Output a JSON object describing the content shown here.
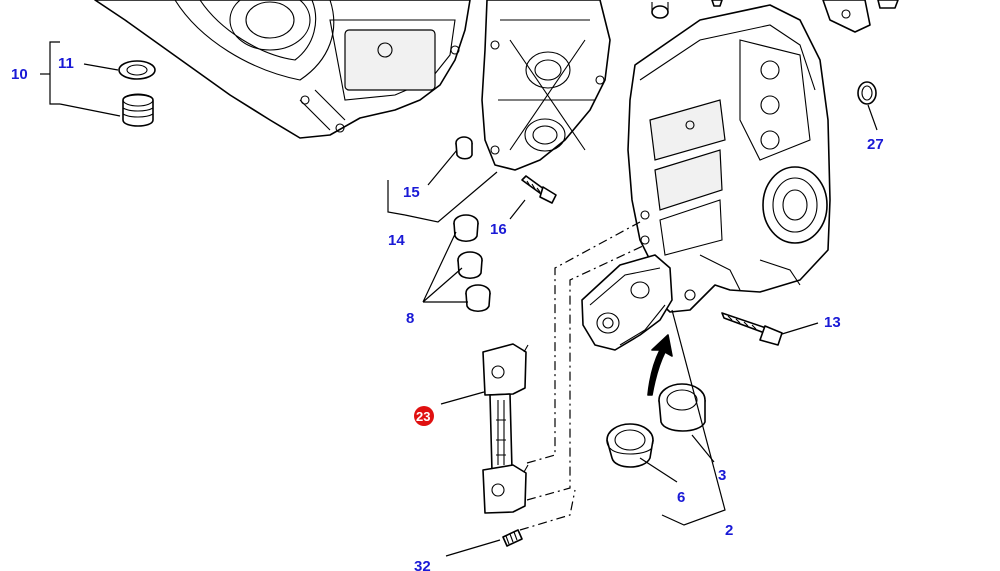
{
  "callouts": {
    "c10": "10",
    "c11": "11",
    "c15": "15",
    "c14": "14",
    "c16": "16",
    "c27": "27",
    "c8": "8",
    "c13": "13",
    "c23": "23",
    "c3": "3",
    "c6": "6",
    "c2": "2",
    "c32": "32"
  },
  "colors": {
    "callout_text": "#1a1ad6",
    "highlight_badge": "#e01010",
    "line": "#000000",
    "background": "#ffffff"
  }
}
